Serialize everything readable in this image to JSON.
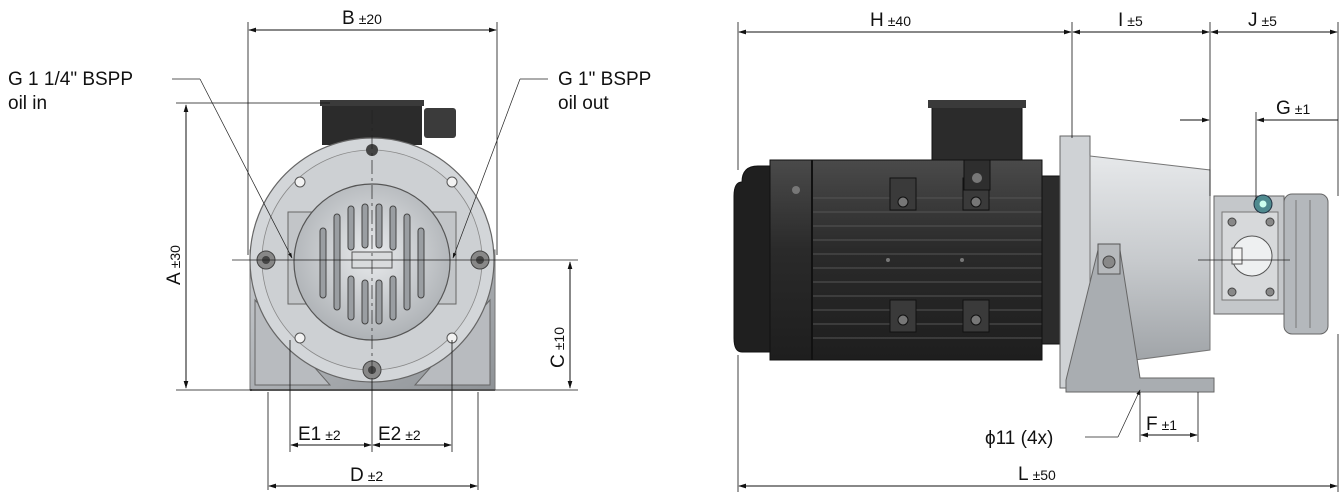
{
  "diagram": {
    "dimensions": {
      "B": {
        "name": "B",
        "tol": "±20"
      },
      "A": {
        "name": "A",
        "tol": "±30"
      },
      "C": {
        "name": "C",
        "tol": "±10"
      },
      "D": {
        "name": "D",
        "tol": "±2"
      },
      "E1": {
        "name": "E1",
        "tol": "±2"
      },
      "E2": {
        "name": "E2",
        "tol": "±2"
      },
      "H": {
        "name": "H",
        "tol": "±40"
      },
      "I": {
        "name": "I",
        "tol": "±5"
      },
      "J": {
        "name": "J",
        "tol": "±5"
      },
      "G": {
        "name": "G",
        "tol": "±1"
      },
      "F": {
        "name": "F",
        "tol": "±1"
      },
      "L": {
        "name": "L",
        "tol": "±50"
      }
    },
    "callouts": {
      "oil_in_line1": "G 1 1/4\" BSPP",
      "oil_in_line2": "oil in",
      "oil_out_line1": "G 1\" BSPP",
      "oil_out_line2": "oil out",
      "holes": "ϕ11 (4x)"
    },
    "colors": {
      "motor_dark": "#2b2b2b",
      "housing_gray": "#bfc3c7",
      "base_gray": "#a9adb1",
      "valve_teal": "#4f8a8f"
    }
  }
}
